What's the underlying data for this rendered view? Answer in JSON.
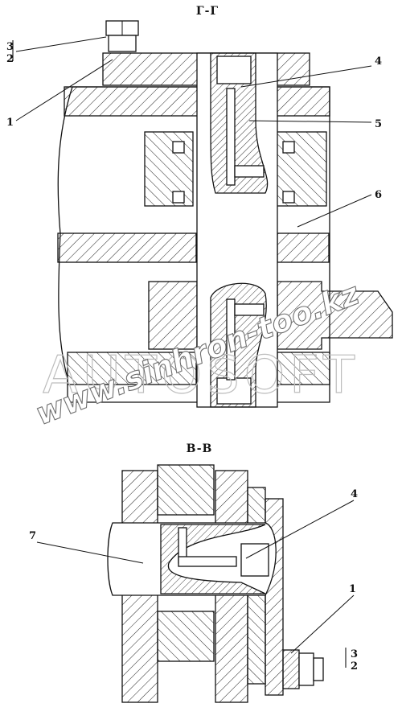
{
  "sections": {
    "top": {
      "title": "Г-Г"
    },
    "bottom": {
      "title": "B-B"
    }
  },
  "callouts": {
    "top": [
      "1",
      "4",
      "5",
      "6"
    ],
    "top_fraction": {
      "numerator": "3",
      "denominator": "2"
    },
    "bottom": [
      "7",
      "4",
      "1"
    ],
    "bottom_fraction": {
      "numerator": "3",
      "denominator": "2"
    }
  },
  "watermarks": {
    "brand": "AUTOSOFT",
    "site": "www.sinhron-too.kz"
  },
  "colors": {
    "line": "#111111",
    "hatch": "#222222",
    "watermark": "#bdbdbd"
  }
}
